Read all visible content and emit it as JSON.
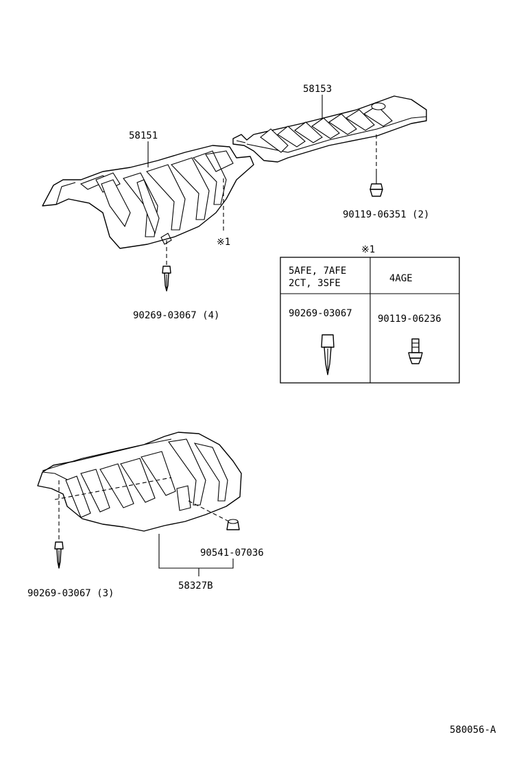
{
  "parts": {
    "upper_front_cover": "58151",
    "upper_rear_cover": "58153",
    "lower_cover": "58327B"
  },
  "fasteners": {
    "clip_front": "90269-03067 (4)",
    "bolt_rear": "90119-06351 (2)",
    "clip_lower": "90269-03067 (3)",
    "nut_lower": "90541-07036"
  },
  "note_marker": "※1",
  "note_table": {
    "marker": "※1",
    "col1_header_line1": "5AFE, 7AFE",
    "col1_header_line2": "2CT, 3SFE",
    "col2_header": "4AGE",
    "col1_part": "90269-03067",
    "col2_part": "90119-06236"
  },
  "diagram_code": "580056-A"
}
